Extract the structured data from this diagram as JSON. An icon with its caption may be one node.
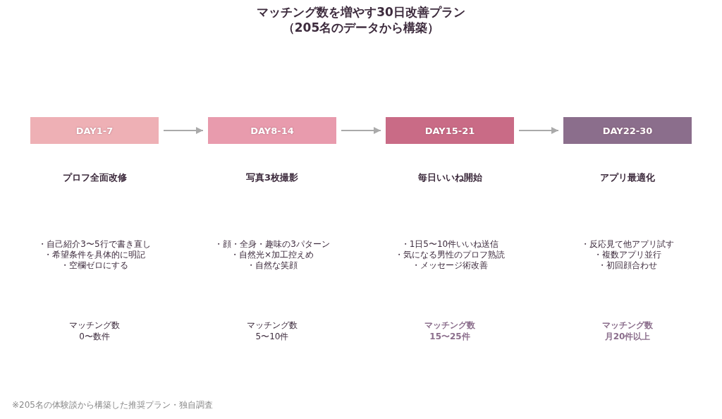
{
  "diagram": {
    "title": "マッチング数を増やす30日改善プラン（205名のデータから構築）",
    "nodes": [
      {
        "text": [
          "DAY1-7"
        ]
      },
      {
        "text": [
          "DAY8-14"
        ]
      },
      {
        "text": [
          "DAY15-21"
        ]
      },
      {
        "text": [
          "DAY22-30"
        ]
      }
    ],
    "edges": [
      {
        "from": 0,
        "to": 1,
        "arrow": "to"
      },
      {
        "from": 1,
        "to": 2,
        "arrow": "to"
      },
      {
        "from": 2,
        "to": 3,
        "arrow": "to"
      }
    ],
    "labels": [
      "プロフ全面改修",
      "・自己紹介3〜5行で書き直し",
      "・希望条件を具体的に明記",
      "・空欄ゼロにする",
      "マッチング数",
      "0〜数件",
      "写真3枚撮影",
      "・顔・全身・趣味の3パターン",
      "・自然光×加工控えめ",
      "・自然な笑顔",
      "マッチング数",
      "5〜10件",
      "毎日いいね開始",
      "・1日5〜10件いいね送信",
      "・気になる男性のプロフ熟読",
      "・メッセージ術改善",
      "マッチング数",
      "15〜25件",
      "アプリ最適化",
      "・反応見て他アプリ試す",
      "・複数アプリ並行",
      "・初回顔合わせ",
      "マッチング数",
      "月20件以上",
      "※205名の体験談から構築した推奨プラン・独自調査"
    ]
  }
}
